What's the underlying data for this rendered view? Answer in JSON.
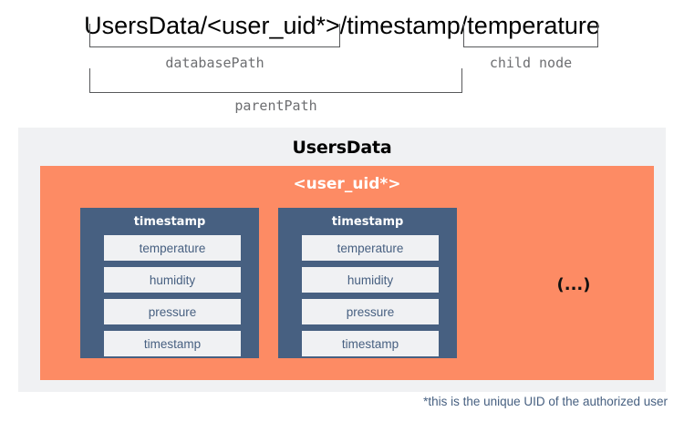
{
  "path_expression": "UsersData/<user_uid*>/timestamp/temperature",
  "annotations": [
    {
      "id": "databasePath",
      "label": "databasePath"
    },
    {
      "id": "childNode",
      "label": "child node"
    },
    {
      "id": "parentPath",
      "label": "parentPath"
    }
  ],
  "tree": {
    "root_label": "UsersData",
    "user_label": "<user_uid*>",
    "more_label": "(...)",
    "groups": [
      {
        "title": "timestamp",
        "fields": [
          "temperature",
          "humidity",
          "pressure",
          "timestamp"
        ]
      },
      {
        "title": "timestamp",
        "fields": [
          "temperature",
          "humidity",
          "pressure",
          "timestamp"
        ]
      }
    ]
  },
  "footnote": "*this is the unique UID of the authorized user",
  "colors": {
    "panel_gray": "#f0f1f3",
    "user_orange": "#fd8b64",
    "group_blue": "#476081",
    "field_text": "#476081",
    "label_gray": "#6d6e71",
    "bracket_line": "#58595b"
  }
}
